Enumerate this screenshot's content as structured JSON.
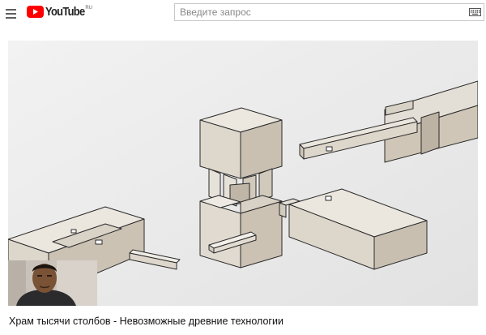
{
  "header": {
    "menu_icon": "hamburger-menu-icon",
    "logo_text": "YouTube",
    "logo_region": "RU",
    "brand_color": "#ff0000",
    "search_placeholder": "Введите запрос",
    "keyboard_icon": "keyboard-icon"
  },
  "video": {
    "title": "Храм тысячи столбов - Невозможные древние технологии",
    "background_color": "#ececec"
  }
}
